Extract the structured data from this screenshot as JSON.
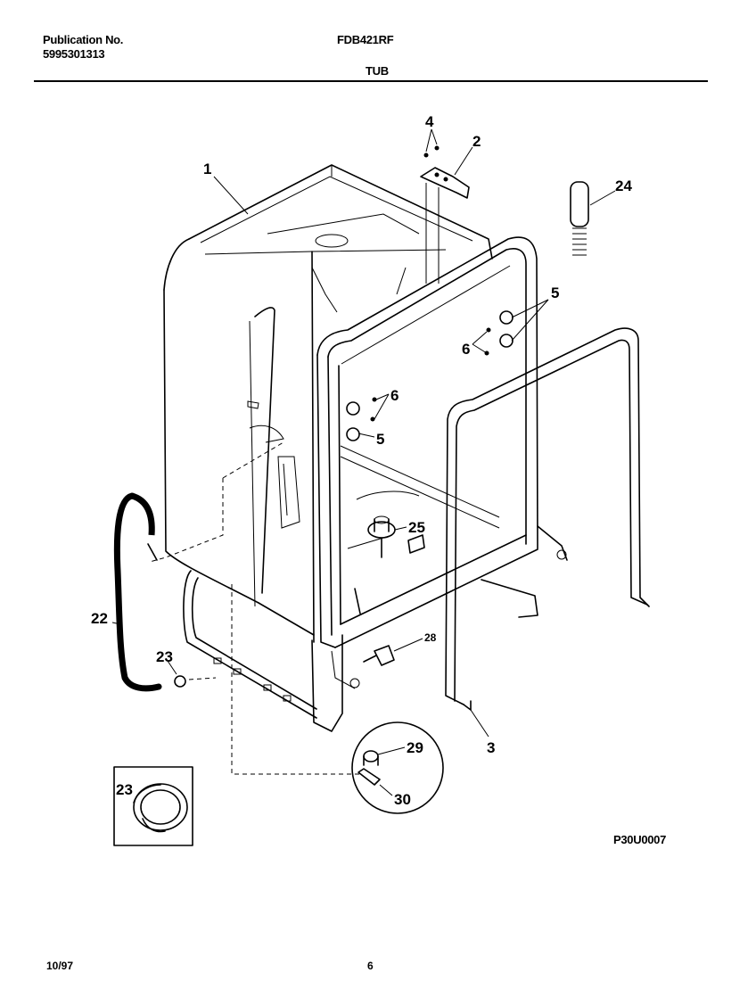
{
  "header": {
    "publication_label": "Publication No.",
    "publication_number": "5995301313",
    "model": "FDB421RF",
    "section": "TUB"
  },
  "callouts": {
    "c1": "1",
    "c2": "2",
    "c3": "3",
    "c4": "4",
    "c5a": "5",
    "c5b": "5",
    "c6a": "6",
    "c6b": "6",
    "c22": "22",
    "c23": "23",
    "c23_inset": "23",
    "c24": "24",
    "c25": "25",
    "c28": "28",
    "c29": "29",
    "c30": "30"
  },
  "diagram_id": "P30U0007",
  "footer": {
    "date": "10/97",
    "page": "6"
  }
}
